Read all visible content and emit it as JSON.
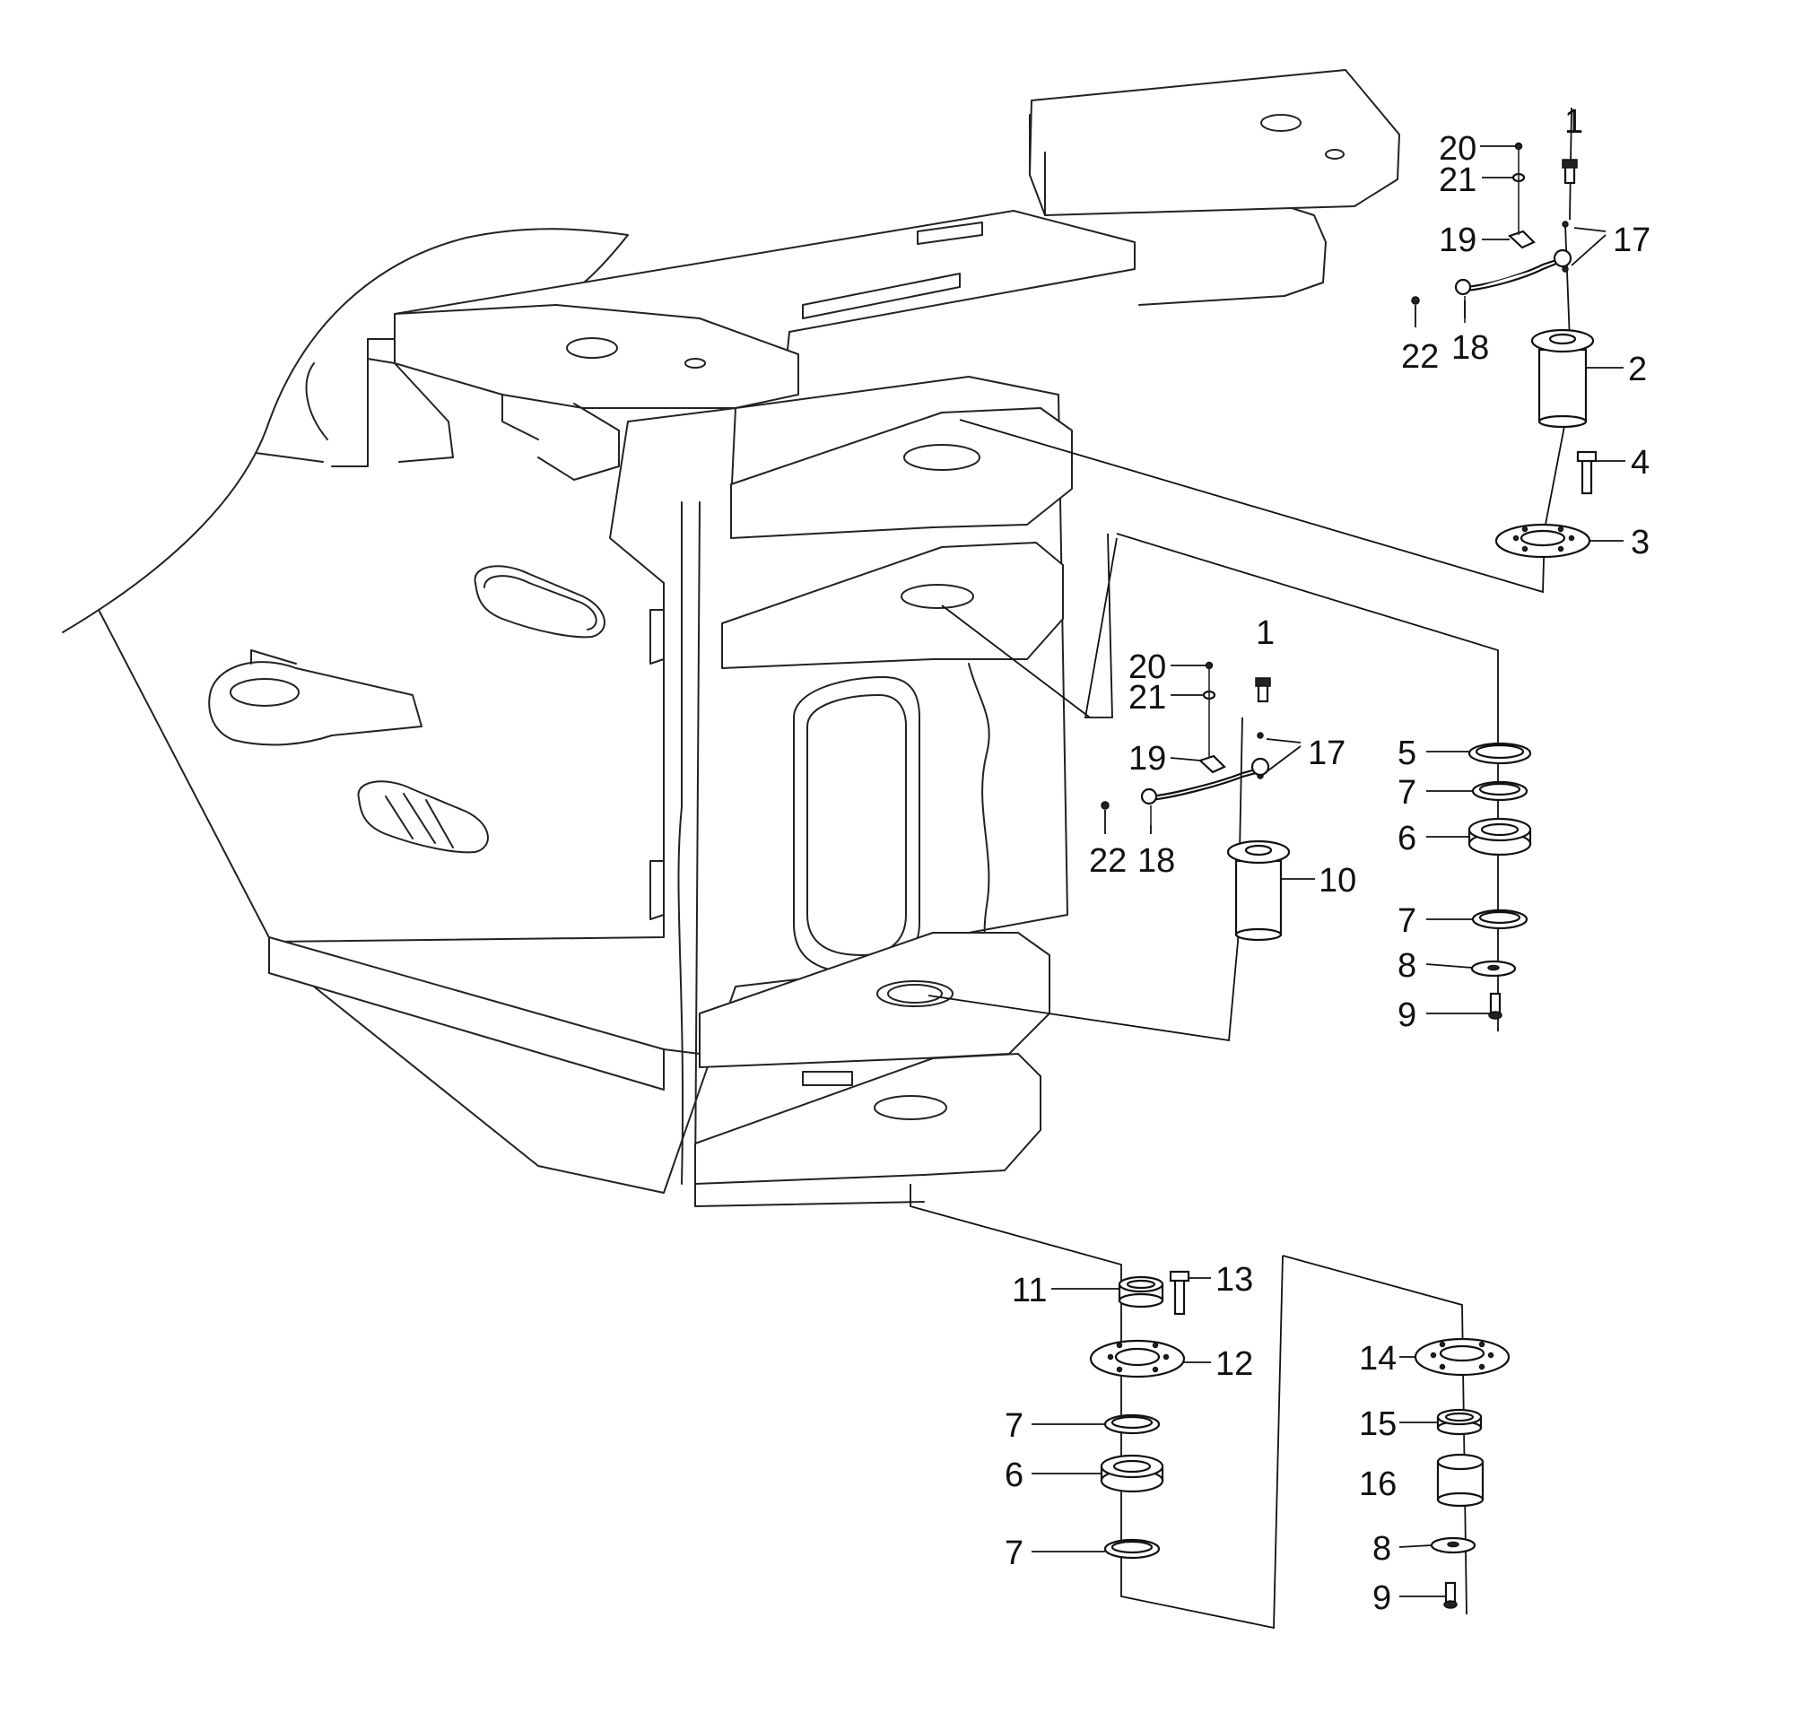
{
  "diagram": {
    "callouts": {
      "c1": "1",
      "c2": "2",
      "c3": "3",
      "c4": "4",
      "c17": "17",
      "c18": "18",
      "c19": "19",
      "c20": "20",
      "c21": "21",
      "c22": "22",
      "m1": "1",
      "m5": "5",
      "m6": "6",
      "m7a": "7",
      "m7b": "7",
      "m8": "8",
      "m9": "9",
      "m10": "10",
      "m17": "17",
      "m18": "18",
      "m19": "19",
      "m20": "20",
      "m21": "21",
      "m22": "22",
      "b6": "6",
      "b7a": "7",
      "b7b": "7",
      "b11": "11",
      "b12": "12",
      "b13": "13",
      "r8": "8",
      "r9": "9",
      "r14": "14",
      "r15": "15",
      "r16": "16"
    }
  }
}
